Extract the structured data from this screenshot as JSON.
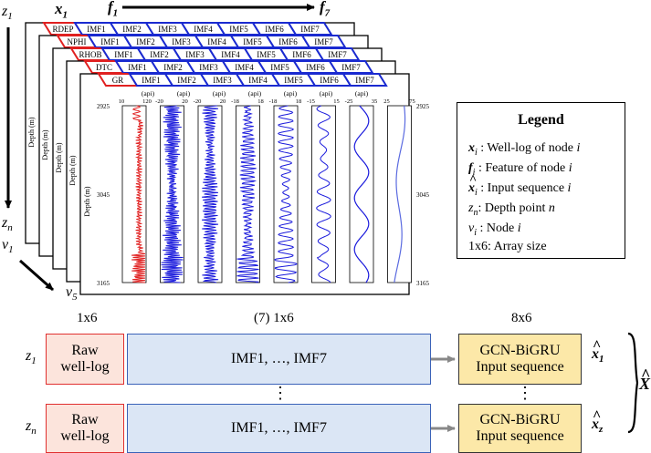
{
  "top": {
    "x1": "x",
    "x1_sub": "1",
    "f1": "f",
    "f1_sub": "1",
    "f7": "f",
    "f7_sub": "7",
    "z1": "z",
    "z1_sub": "1",
    "zn": "z",
    "zn_sub": "n",
    "v1": "v",
    "v1_sub": "1",
    "v5": "v",
    "v5_sub": "5"
  },
  "stack": {
    "layers": [
      {
        "log": "RDEP",
        "imfs": [
          "IMF1",
          "IMF2",
          "IMF3",
          "IMF4",
          "IMF5",
          "IMF6",
          "IMF7"
        ]
      },
      {
        "log": "NPHI",
        "imfs": [
          "IMF1",
          "IMF2",
          "IMF3",
          "IMF4",
          "IMF5",
          "IMF6",
          "IMF7"
        ]
      },
      {
        "log": "RHOB",
        "imfs": [
          "IMF1",
          "IMF2",
          "IMF3",
          "IMF4",
          "IMF5",
          "IMF6",
          "IMF7"
        ]
      },
      {
        "log": "DTC",
        "imfs": [
          "IMF1",
          "IMF2",
          "IMF3",
          "IMF4",
          "IMF5",
          "IMF6",
          "IMF7"
        ]
      },
      {
        "log": "GR",
        "imfs": [
          "IMF1",
          "IMF2",
          "IMF3",
          "IMF4",
          "IMF5",
          "IMF6",
          "IMF7"
        ]
      }
    ],
    "depth_label": "Depth (m)",
    "unit_label": "(api)",
    "depth_ticks": [
      "2925",
      "3045",
      "3165"
    ],
    "panel_ranges": [
      [
        "10",
        "120"
      ],
      [
        "-20",
        "20"
      ],
      [
        "-20",
        "20"
      ],
      [
        "-18",
        "18"
      ],
      [
        "-18",
        "18"
      ],
      [
        "-15",
        "15"
      ],
      [
        "-25",
        "35"
      ],
      [
        "25",
        "75"
      ]
    ],
    "panel_colors": [
      "#e02020",
      "#1a1adc",
      "#1a1adc",
      "#1a1adc",
      "#1a1adc",
      "#1a1adc",
      "#1a1adc",
      "#5a6ae0"
    ]
  },
  "legend": {
    "title": "Legend",
    "items": [
      {
        "sym": "x",
        "sub": "i",
        "hat": false,
        "text": " : Well-log of node ",
        "var": "i"
      },
      {
        "sym": "f",
        "sub": "i",
        "hat": false,
        "text": " : Feature of node ",
        "var": "i"
      },
      {
        "sym": "x",
        "sub": "i",
        "hat": true,
        "text": " : Input sequence ",
        "var": "i"
      },
      {
        "sym": "z",
        "sub": "n",
        "hat": false,
        "plain": true,
        "text": ": Depth point ",
        "var": "n"
      },
      {
        "sym": "v",
        "sub": "i",
        "hat": false,
        "plain": true,
        "text": " : Node ",
        "var": "i"
      },
      {
        "raw": "1x6: Array size"
      }
    ]
  },
  "bottom": {
    "size_raw": "1x6",
    "size_imf": "(7) 1x6",
    "size_gcn": "8x6",
    "rows": [
      {
        "z": "z",
        "z_sub": "1",
        "raw": "Raw well-log",
        "imf": "IMF1, …, IMF7",
        "gcn": "GCN-BiGRU Input sequence",
        "out": "x",
        "out_sub": "1"
      },
      {
        "z": "z",
        "z_sub": "n",
        "raw": "Raw well-log",
        "imf": "IMF1, …, IMF7",
        "gcn": "GCN-BiGRU Input sequence",
        "out": "x",
        "out_sub": "z"
      }
    ],
    "dots": "⋮",
    "big_x": "X"
  }
}
